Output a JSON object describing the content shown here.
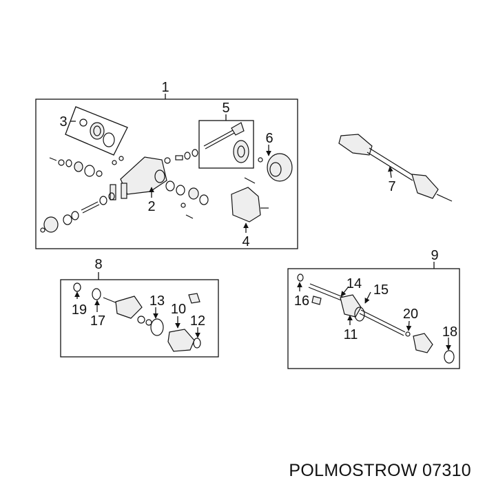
{
  "callouts": {
    "c1": "1",
    "c2": "2",
    "c3": "3",
    "c4": "4",
    "c5": "5",
    "c6": "6",
    "c7": "7",
    "c8": "8",
    "c9": "9",
    "c10": "10",
    "c11": "11",
    "c12": "12",
    "c13": "13",
    "c14": "14",
    "c15": "15",
    "c16": "16",
    "c17": "17",
    "c18": "18",
    "c19": "19",
    "c20": "20"
  },
  "caption": "POLMOSTROW 07310"
}
